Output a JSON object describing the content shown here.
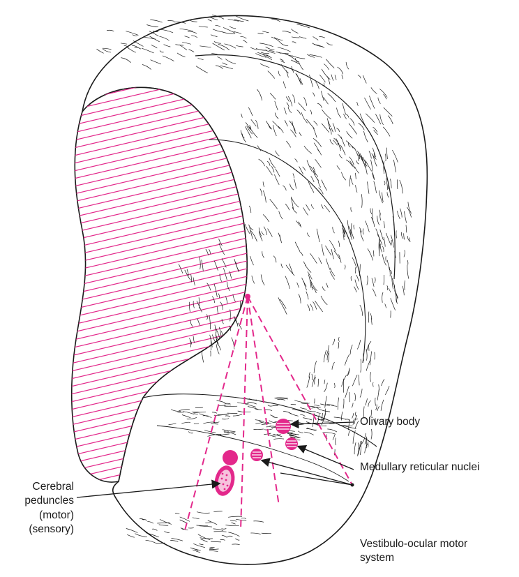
{
  "colors": {
    "ink": "#1a1a1a",
    "accent": "#e3288b",
    "background": "#ffffff"
  },
  "labels": {
    "olivary_body": "Olivary body",
    "medullary_reticular_nuclei": "Medullary reticular nuclei",
    "cerebral_peduncles": [
      "Cerebral",
      "peduncles",
      "(motor)",
      "(sensory)"
    ],
    "vestibulo_ocular": [
      "Vestibulo-ocular motor",
      "system"
    ]
  }
}
